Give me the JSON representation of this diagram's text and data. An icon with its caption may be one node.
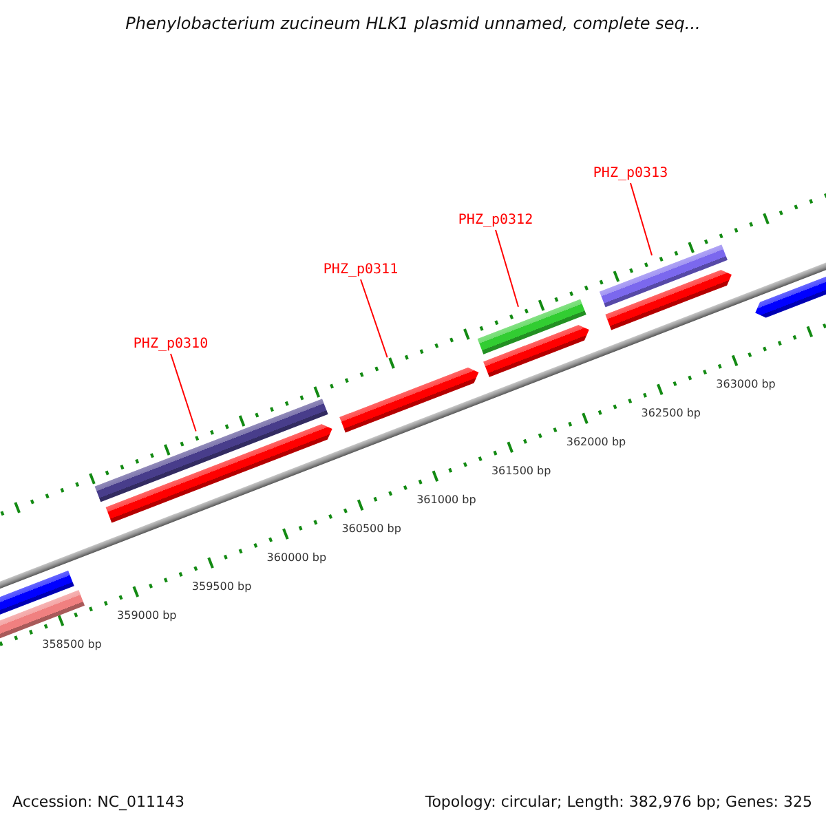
{
  "diagram": {
    "title": "Phenylobacterium zucineum HLK1 plasmid unnamed, complete seq...",
    "nodes": [
      {
        "text": [
          "PHZ_p0310"
        ]
      },
      {
        "text": [
          "PHZ_p0311"
        ]
      },
      {
        "text": [
          "PHZ_p0312"
        ]
      },
      {
        "text": [
          "PHZ_p0313"
        ]
      }
    ],
    "edges": [
      {
        "from": 0,
        "to": null,
        "arrow": "none"
      },
      {
        "from": 1,
        "to": null,
        "arrow": "none"
      },
      {
        "from": 2,
        "to": null,
        "arrow": "none"
      },
      {
        "from": 3,
        "to": null,
        "arrow": "none"
      }
    ],
    "labels": [
      "363000 bp",
      "362500 bp",
      "362000 bp",
      "361500 bp",
      "361000 bp",
      "360500 bp",
      "360000 bp",
      "359500 bp",
      "359000 bp",
      "358500 bp",
      "Accession: NC_011143",
      "Topology: circular; Length: 382,976 bp; Genes: 325"
    ]
  }
}
